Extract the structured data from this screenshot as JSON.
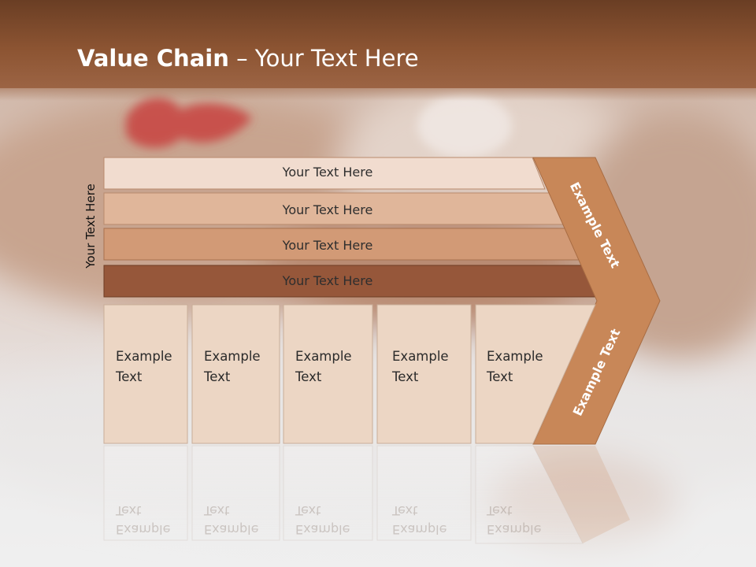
{
  "slide": {
    "title_bold": "Value Chain",
    "title_rest": " – Your Text Here",
    "side_label": "Your Text Here"
  },
  "bars": [
    {
      "label": "Your Text Here",
      "color": "#f1dccf"
    },
    {
      "label": "Your Text Here",
      "color": "#e0b69a"
    },
    {
      "label": "Your Text Here",
      "color": "#d29a76"
    },
    {
      "label": "Your Text Here",
      "color": "#96573a"
    }
  ],
  "boxes": [
    {
      "label": "Example\nText"
    },
    {
      "label": "Example\nText"
    },
    {
      "label": "Example\nText"
    },
    {
      "label": "Example\nText"
    },
    {
      "label": "Example\nText"
    }
  ],
  "chevron": {
    "top_label": "Example Text",
    "bottom_label": "Example Text",
    "color": "#c88758"
  },
  "colors": {
    "header": "#8c5432",
    "box_fill": "#ecd6c4",
    "box_border": "#c9ad98"
  }
}
